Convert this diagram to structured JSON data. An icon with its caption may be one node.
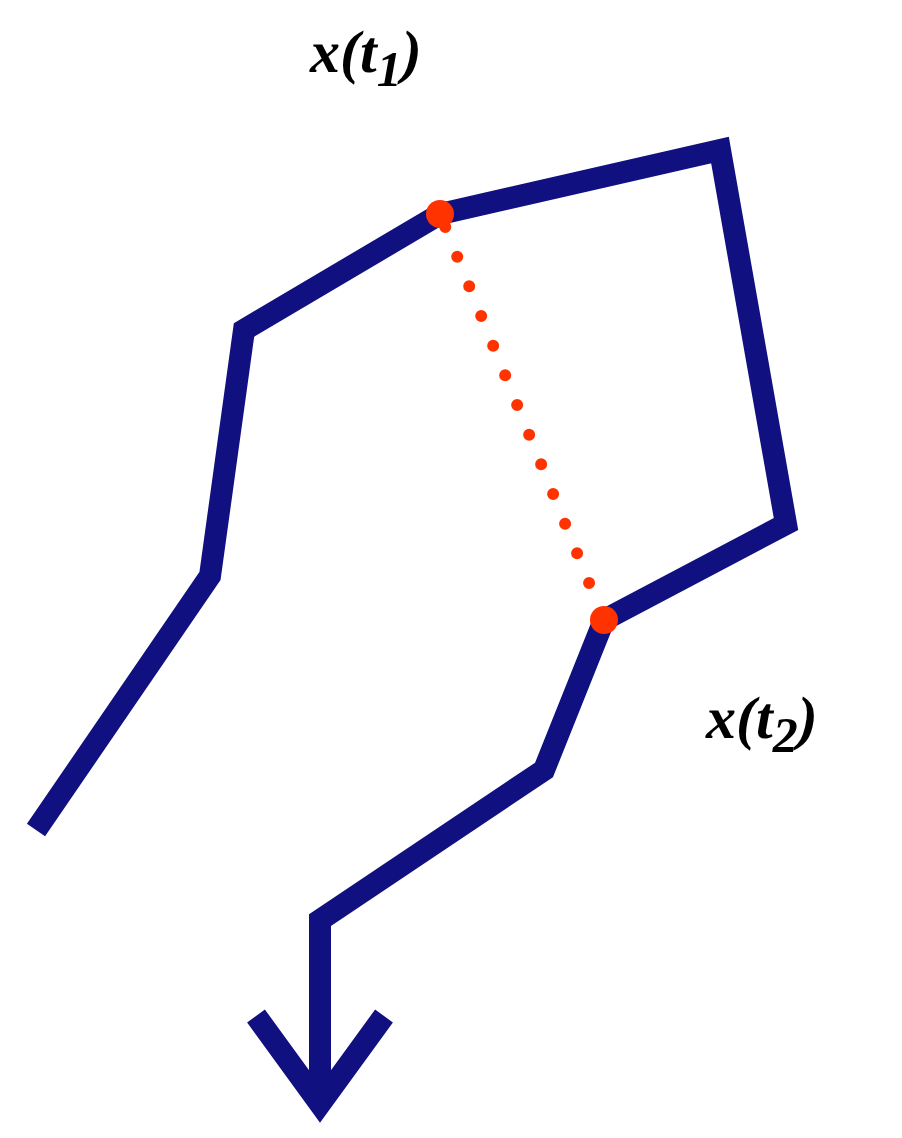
{
  "diagram": {
    "nodes": [
      {
        "text": [],
        "shape": "circle",
        "beside": [
          "x(t$_{1}$)"
        ]
      },
      {
        "text": [],
        "shape": "circle",
        "beside": [
          "x(t$_{2}$)"
        ]
      }
    ],
    "edges": [
      {
        "from": 0,
        "to": 1,
        "arrow": "none",
        "style": "dashed",
        "color": "#ff3300"
      }
    ]
  }
}
